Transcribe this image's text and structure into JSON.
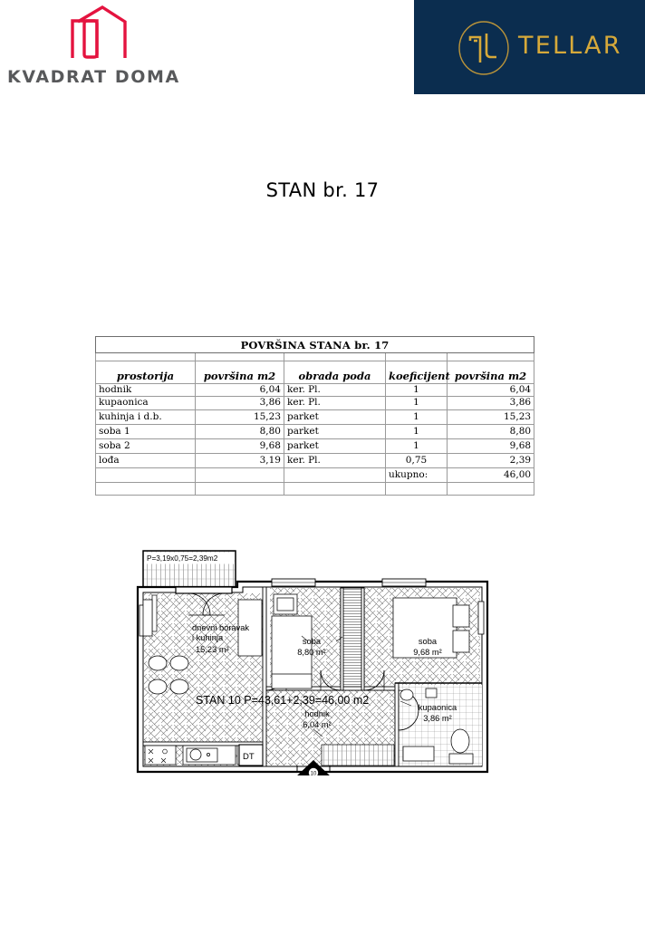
{
  "header": {
    "left_logo": {
      "wordmark": "KVADRAT DOMA",
      "mark_name": "house-outline-mark",
      "mark_color": "#e4133f",
      "wordmark_color": "#58595b"
    },
    "right_logo": {
      "wordmark": "TELLAR",
      "emblem_name": "tellar-monogram-circle",
      "background_color": "#0b2d4f",
      "gold_color": "#d6a93a"
    }
  },
  "page_title": "STAN br. 17",
  "table": {
    "title": "POVRŠINA STANA br. 17",
    "columns": [
      "prostorija",
      "površina m2",
      "obrada poda",
      "koeficijent",
      "površina m2"
    ],
    "rows": [
      {
        "prostorija": "hodnik",
        "povrsina": "6,04",
        "obrada": "ker. Pl.",
        "koeficijent": "1",
        "povrsina_kor": "6,04"
      },
      {
        "prostorija": "kupaonica",
        "povrsina": "3,86",
        "obrada": "ker. Pl.",
        "koeficijent": "1",
        "povrsina_kor": "3,86"
      },
      {
        "prostorija": "kuhinja i d.b.",
        "povrsina": "15,23",
        "obrada": "parket",
        "koeficijent": "1",
        "povrsina_kor": "15,23"
      },
      {
        "prostorija": "soba 1",
        "povrsina": "8,80",
        "obrada": "parket",
        "koeficijent": "1",
        "povrsina_kor": "8,80"
      },
      {
        "prostorija": "soba 2",
        "povrsina": "9,68",
        "obrada": "parket",
        "koeficijent": "1",
        "povrsina_kor": "9,68"
      },
      {
        "prostorija": "lođa",
        "povrsina": "3,19",
        "obrada": "ker. Pl.",
        "koeficijent": "0,75",
        "povrsina_kor": "2,39"
      }
    ],
    "total_label": "ukupno:",
    "total_value": "46,00"
  },
  "floorplan": {
    "loggia_note": "P=3,19x0,75=2,39m2",
    "apartment_note": "STAN 10 P=43,61+2,39=46,00 m2",
    "entry_marker": "10",
    "rooms": [
      {
        "name_line1": "dnevni boravak",
        "name_line2": "i kuhinja",
        "area": "15,23 m²"
      },
      {
        "name_line1": "soba",
        "name_line2": "",
        "area": "8,80 m²"
      },
      {
        "name_line1": "soba",
        "name_line2": "",
        "area": "9,68 m²"
      },
      {
        "name_line1": "hodnik",
        "name_line2": "",
        "area": "6,04 m²"
      },
      {
        "name_line1": "kupaonica",
        "name_line2": "",
        "area": "3,86 m²"
      }
    ],
    "shaft_label": "DT"
  }
}
